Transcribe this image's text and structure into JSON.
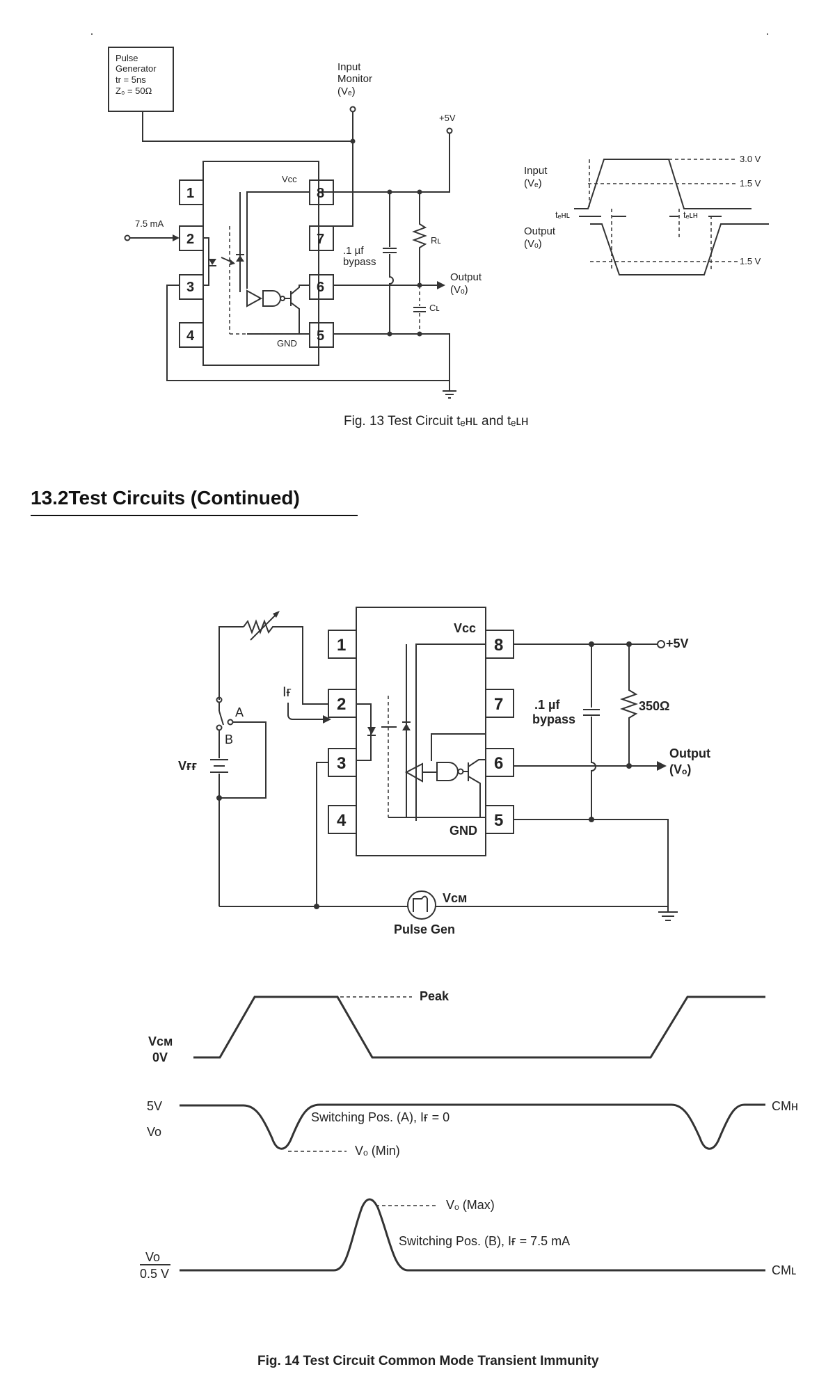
{
  "fig13": {
    "pulse_gen": [
      "Pulse",
      "Generator",
      "tr = 5ns",
      "Z₀ = 50Ω"
    ],
    "input_monitor": [
      "Input",
      "Monitor",
      "(Vₑ)"
    ],
    "supply": "+5V",
    "vcc": "Vᴄᴄ",
    "gnd": "GND",
    "pins": [
      "1",
      "2",
      "3",
      "4",
      "5",
      "6",
      "7",
      "8"
    ],
    "current": "7.5 mA",
    "bypass": [
      ".1 µf",
      "bypass"
    ],
    "rl": "Rʟ",
    "cl": "Cʟ",
    "output": [
      "Output",
      "(Vₒ)"
    ],
    "timing": {
      "input": [
        "Input",
        "(Vₑ)"
      ],
      "output": [
        "Output",
        "(Vₒ)"
      ],
      "tehl": "tₑʜʟ",
      "telh": "tₑʟʜ",
      "v30": "3.0 V",
      "v15a": "1.5 V",
      "v15b": "1.5 V"
    },
    "caption": "Fig. 13 Test Circuit tₑʜʟ and tₑʟʜ"
  },
  "section_heading": "13.2Test Circuits (Continued)",
  "fig14": {
    "supply": "+5V",
    "vcc": "Vᴄᴄ",
    "gnd": "GND",
    "pins": [
      "1",
      "2",
      "3",
      "4",
      "5",
      "6",
      "7",
      "8"
    ],
    "if": "Iғ",
    "a": "A",
    "b": "B",
    "vff": "Vғғ",
    "bypass": [
      ".1 µf",
      "bypass"
    ],
    "r350": "350Ω",
    "output": [
      "Output",
      "(Vₒ)"
    ],
    "vcm": "Vᴄᴍ",
    "pulse_gen": "Pulse Gen",
    "waveforms": {
      "peak": "Peak",
      "vcm": "Vᴄᴍ",
      "zero_v": "0V",
      "five_v": "5V",
      "vo": "Vo",
      "switching_a": "Switching Pos. (A), Iғ = 0",
      "vo_min": "Vₒ (Min)",
      "cmh": "CMʜ",
      "vo_max": "Vₒ (Max)",
      "switching_b": "Switching Pos. (B), Iғ = 7.5 mA",
      "vo2": "Vo",
      "half_v": "0.5 V",
      "cml": "CMʟ"
    },
    "caption": "Fig. 14 Test Circuit Common Mode Transient Immunity"
  }
}
